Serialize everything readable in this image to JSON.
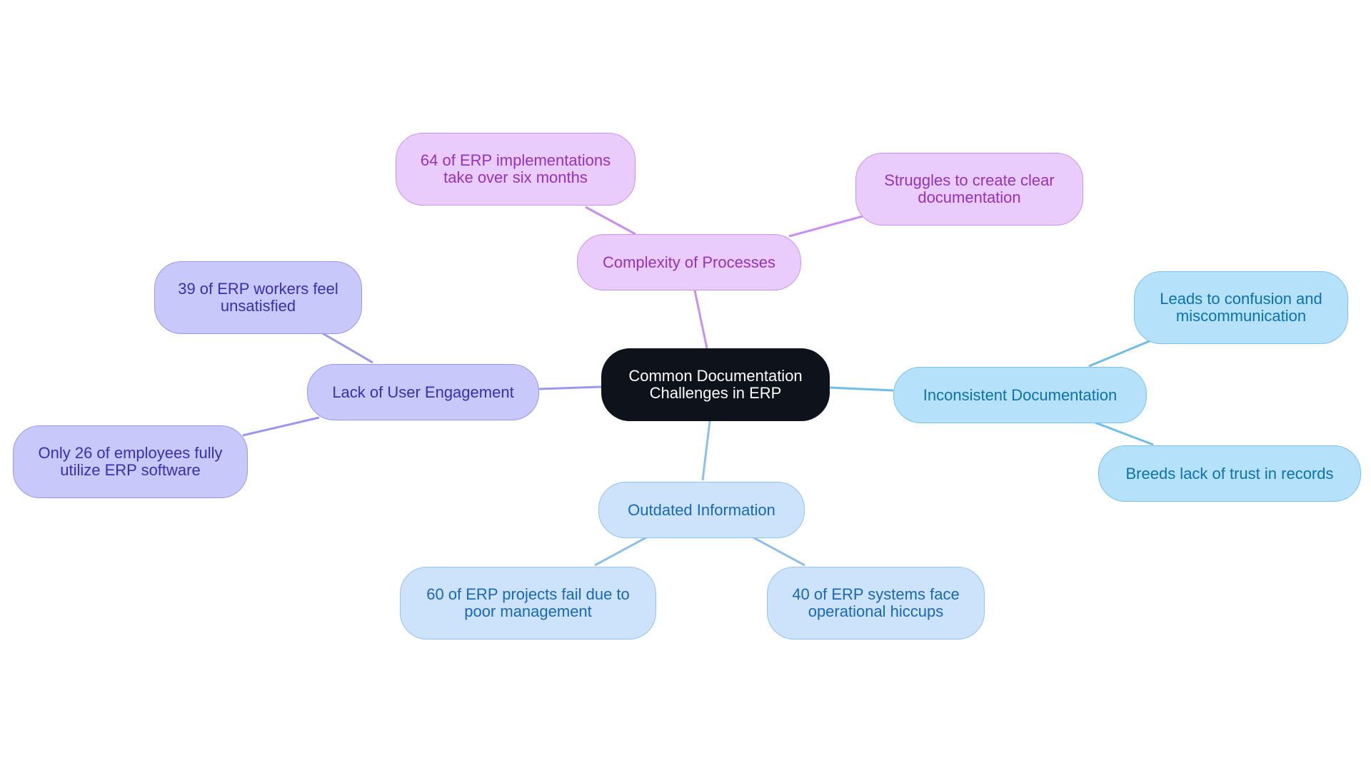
{
  "root": {
    "label": "Common Documentation Challenges in ERP"
  },
  "branches": [
    {
      "label": "Complexity of Processes",
      "color": "#c98ff0",
      "children": [
        {
          "label": "64 of ERP implementations take over six months"
        },
        {
          "label": "Struggles to create clear documentation"
        }
      ]
    },
    {
      "label": "Lack of User Engagement",
      "color": "#9a98ec",
      "children": [
        {
          "label": "39 of ERP workers feel unsatisfied"
        },
        {
          "label": "Only 26 of employees fully utilize ERP software"
        }
      ]
    },
    {
      "label": "Inconsistent Documentation",
      "color": "#6fbde8",
      "children": [
        {
          "label": "Leads to confusion and miscommunication"
        },
        {
          "label": "Breeds lack of trust in records"
        }
      ]
    },
    {
      "label": "Outdated Information",
      "color": "#8ebfec",
      "children": [
        {
          "label": "60 of ERP projects fail due to poor management"
        },
        {
          "label": "40 of ERP systems face operational hiccups"
        }
      ]
    }
  ]
}
